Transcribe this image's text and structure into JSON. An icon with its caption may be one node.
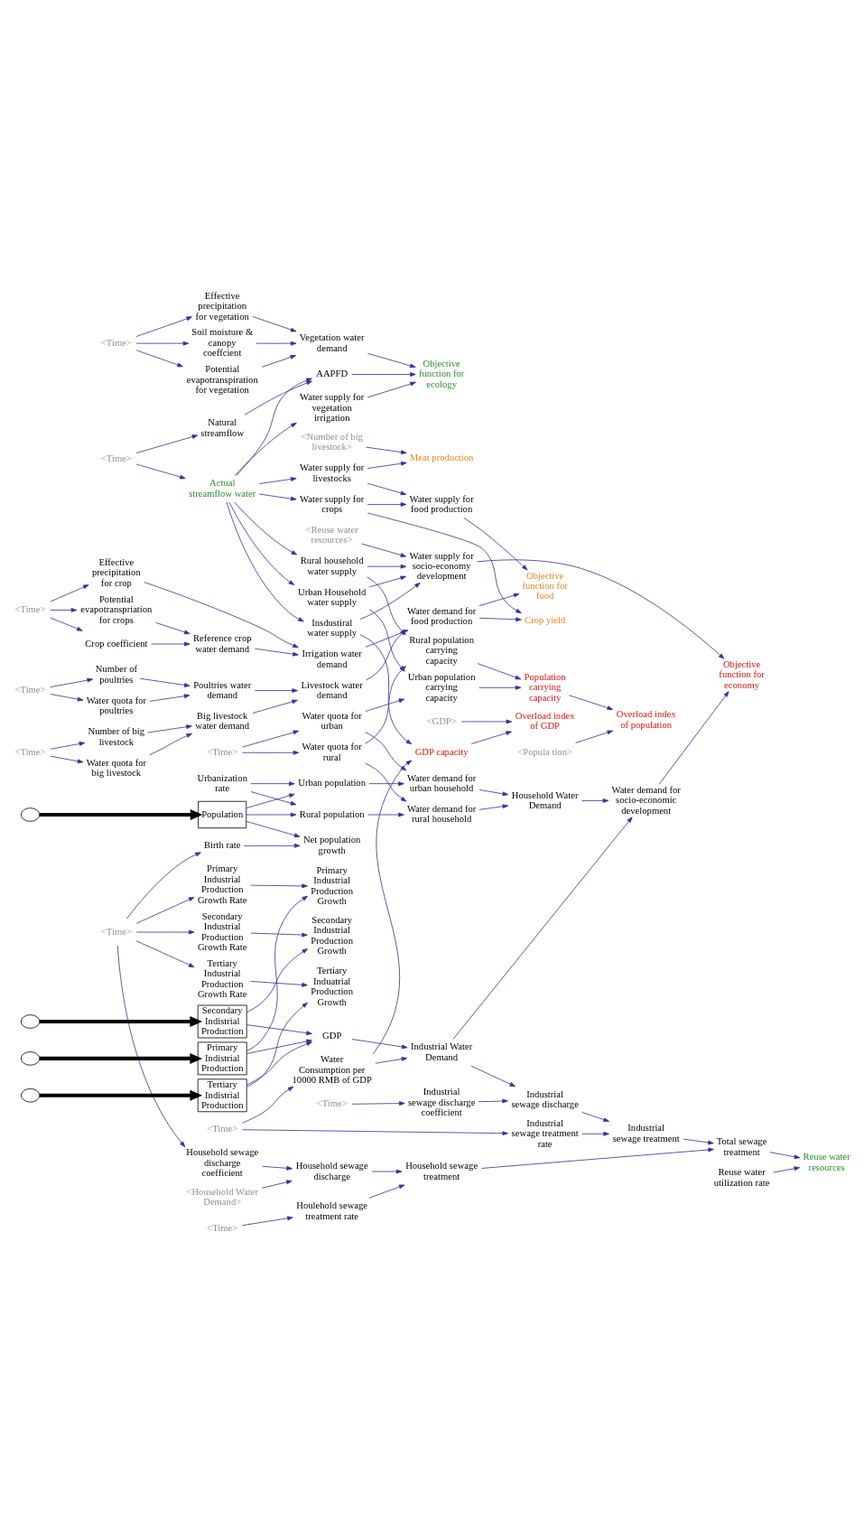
{
  "diagram": {
    "nodes": [
      {
        "text": [
          "Objective function for ecology"
        ]
      },
      {
        "text": [
          "Vegetation water demand"
        ]
      },
      {
        "text": [
          "Effective precipitation for vegetation"
        ]
      },
      {
        "text": [
          "Soil moisture & canopy coeffcient"
        ]
      },
      {
        "text": [
          "<Time>"
        ]
      },
      {
        "text": [
          "Potential evapotranspiration for vegetation"
        ]
      },
      {
        "text": [
          "AAPFD"
        ]
      },
      {
        "text": [
          "Natural streamflow"
        ]
      },
      {
        "text": [
          "<Time>"
        ]
      },
      {
        "text": [
          "Water supply for vegetation irrigation"
        ]
      },
      {
        "text": [
          "Actual streamflow water"
        ]
      },
      {
        "text": [
          "Potential evapotranspriation for crops"
        ]
      },
      {
        "text": [
          "<Time>"
        ]
      },
      {
        "text": [
          "Crop coefficient"
        ]
      },
      {
        "text": [
          "Effective precipitation for crop"
        ]
      },
      {
        "text": [
          "Reference crop water demand"
        ]
      },
      {
        "text": [
          "Irrigation water demand"
        ]
      },
      {
        "text": [
          "<Reuse water resources>"
        ]
      },
      {
        "text": [
          "Water supply for livestocks"
        ]
      },
      {
        "text": [
          "Water supply for crops"
        ]
      },
      {
        "text": [
          "<Number of big livestock>"
        ]
      },
      {
        "text": [
          "Meat production"
        ]
      },
      {
        "text": [
          "Water supply for food production"
        ]
      },
      {
        "text": [
          "Crop yield"
        ]
      },
      {
        "text": [
          "Objective function for food"
        ]
      },
      {
        "text": [
          "Water demand for food production"
        ]
      },
      {
        "text": [
          "<Time>"
        ]
      },
      {
        "text": [
          "Number of big livestock"
        ]
      },
      {
        "text": [
          "Water quota for big livestock"
        ]
      },
      {
        "text": [
          "<Time>"
        ]
      },
      {
        "text": [
          "Number of poultries"
        ]
      },
      {
        "text": [
          "Water quota for poultries"
        ]
      },
      {
        "text": [
          "Big livestock water demand"
        ]
      },
      {
        "text": [
          "Poultries water demand"
        ]
      },
      {
        "text": [
          "Livestock water demand"
        ]
      },
      {
        "text": [
          "Urban Household water supply"
        ]
      },
      {
        "text": [
          "Overload index of population"
        ]
      },
      {
        "text": [
          "<Popula tion>"
        ]
      },
      {
        "text": [
          "Population carrying capacity"
        ]
      },
      {
        "text": [
          "Rural household water supply"
        ]
      },
      {
        "text": [
          "Water supply for socio-economy development"
        ]
      },
      {
        "text": [
          "Insdustiral water supply"
        ]
      },
      {
        "text": [
          "Overload index of GDP"
        ]
      },
      {
        "text": [
          "<GDP>"
        ]
      },
      {
        "text": [
          "GDP capacity"
        ]
      },
      {
        "text": [
          "Urban population carrying capacity"
        ]
      },
      {
        "text": [
          "Rural population carrying capacity"
        ]
      },
      {
        "text": [
          "Objective function for economy"
        ]
      },
      {
        "text": [
          "Water Consumption per 10000 RMB of GDP"
        ]
      },
      {
        "text": [
          "<Time>"
        ]
      },
      {
        "text": [
          "Industrial sewage treatment rate"
        ]
      },
      {
        "text": [
          "Water quota for urban"
        ]
      },
      {
        "text": [
          "<Time>"
        ]
      },
      {
        "text": [
          "Water quota for rural"
        ]
      },
      {
        "text": [
          "Industrial Water Demand"
        ]
      },
      {
        "text": [
          "Industrial sewage discharge"
        ]
      },
      {
        "text": [
          "Industrial sewage treatment"
        ]
      },
      {
        "text": [
          "Reuse water utilization rate"
        ]
      },
      {
        "text": [
          "Reuse water resources"
        ]
      },
      {
        "text": [
          "Water demand for urban household"
        ]
      },
      {
        "text": [
          "Household Water Demand"
        ]
      },
      {
        "text": [
          "Water demand for rural household"
        ]
      },
      {
        "text": [
          "Water demand for socio-economic development"
        ]
      },
      {
        "text": [
          "GDP"
        ]
      },
      {
        "text": [
          "<Time>"
        ]
      },
      {
        "text": [
          "Industrial sewage discharge coefficient"
        ]
      },
      {
        "text": [
          "Household sewage treatment"
        ]
      },
      {
        "text": [
          "Total sewage treatment"
        ]
      },
      {
        "text": [
          "Urban population"
        ]
      },
      {
        "text": [
          "Urbanization rate"
        ]
      },
      {
        "text": [
          "Rural population"
        ]
      },
      {
        "text": [
          "Population"
        ]
      },
      {
        "text": [
          "Primary Indistrial Production"
        ]
      },
      {
        "text": [
          "Secondary Indistrial Production"
        ]
      },
      {
        "text": [
          "Tertiary Indistrial Production"
        ]
      },
      {
        "text": [
          "Household sewage discharge"
        ]
      },
      {
        "text": [
          "Houlehold sewage treatment rate"
        ]
      },
      {
        "text": [
          "<Household Water Demand>"
        ]
      },
      {
        "text": [
          "<Time>"
        ]
      },
      {
        "text": [
          "Net population growth"
        ]
      },
      {
        "text": [
          "Primary Industrial Production Growth"
        ]
      },
      {
        "text": [
          "Secondary Industrial Production Growth"
        ]
      },
      {
        "text": [
          "Tertiary Induatrial Production Growth"
        ]
      },
      {
        "text": [
          "Birth rate"
        ]
      },
      {
        "text": [
          "Primary Industrial Production Growth Rate"
        ]
      },
      {
        "text": [
          "Secondary Industrial Production Growth Rate"
        ]
      },
      {
        "text": [
          "Tertiary Industrial Production Growth Rate"
        ]
      },
      {
        "text": [
          "Household sewage discharge coefficient"
        ]
      },
      {
        "text": [
          "<Time>"
        ]
      },
      {
        "text": [],
        "shape": "cloud"
      },
      {
        "text": [],
        "shape": "cloud"
      },
      {
        "text": [],
        "shape": "cloud"
      },
      {
        "text": [],
        "shape": "cloud"
      }
    ],
    "edges": [
      {
        "from": 1,
        "to": 0,
        "arrow": "to"
      },
      {
        "from": 6,
        "to": 0,
        "arrow": "to"
      },
      {
        "from": 9,
        "to": 0,
        "arrow": "to"
      },
      {
        "from": 2,
        "to": 1,
        "arrow": "to"
      },
      {
        "from": 3,
        "to": 1,
        "arrow": "to"
      },
      {
        "from": 5,
        "to": 1,
        "arrow": "to"
      },
      {
        "from": 4,
        "to": 2,
        "arrow": "to"
      },
      {
        "from": 4,
        "to": 3,
        "arrow": "to"
      },
      {
        "from": 4,
        "to": 5,
        "arrow": "to"
      },
      {
        "from": 7,
        "to": 6,
        "arrow": "to"
      },
      {
        "from": 10,
        "to": 6,
        "arrow": "to"
      },
      {
        "from": 8,
        "to": 7,
        "arrow": "to"
      },
      {
        "from": 8,
        "to": 10,
        "arrow": "to"
      },
      {
        "from": 10,
        "to": 9,
        "arrow": "to"
      },
      {
        "from": 10,
        "to": 18,
        "arrow": "to"
      },
      {
        "from": 10,
        "to": 19,
        "arrow": "to"
      },
      {
        "from": 10,
        "to": 35,
        "arrow": "to"
      },
      {
        "from": 10,
        "to": 39,
        "arrow": "to"
      },
      {
        "from": 10,
        "to": 41,
        "arrow": "to"
      },
      {
        "from": 20,
        "to": 21,
        "arrow": "to"
      },
      {
        "from": 18,
        "to": 21,
        "arrow": "to"
      },
      {
        "from": 18,
        "to": 22,
        "arrow": "to"
      },
      {
        "from": 19,
        "to": 22,
        "arrow": "to"
      },
      {
        "from": 19,
        "to": 23,
        "arrow": "to"
      },
      {
        "from": 22,
        "to": 24,
        "arrow": "to"
      },
      {
        "from": 25,
        "to": 24,
        "arrow": "to"
      },
      {
        "from": 25,
        "to": 23,
        "arrow": "to"
      },
      {
        "from": 16,
        "to": 25,
        "arrow": "to"
      },
      {
        "from": 34,
        "to": 25,
        "arrow": "to"
      },
      {
        "from": 11,
        "to": 15,
        "arrow": "to"
      },
      {
        "from": 13,
        "to": 15,
        "arrow": "to"
      },
      {
        "from": 12,
        "to": 11,
        "arrow": "to"
      },
      {
        "from": 12,
        "to": 13,
        "arrow": "to"
      },
      {
        "from": 12,
        "to": 14,
        "arrow": "to"
      },
      {
        "from": 15,
        "to": 16,
        "arrow": "to"
      },
      {
        "from": 14,
        "to": 16,
        "arrow": "to"
      },
      {
        "from": 17,
        "to": 40,
        "arrow": "to"
      },
      {
        "from": 26,
        "to": 27,
        "arrow": "to"
      },
      {
        "from": 26,
        "to": 28,
        "arrow": "to"
      },
      {
        "from": 29,
        "to": 30,
        "arrow": "to"
      },
      {
        "from": 29,
        "to": 31,
        "arrow": "to"
      },
      {
        "from": 27,
        "to": 32,
        "arrow": "to"
      },
      {
        "from": 28,
        "to": 32,
        "arrow": "to"
      },
      {
        "from": 30,
        "to": 33,
        "arrow": "to"
      },
      {
        "from": 31,
        "to": 33,
        "arrow": "to"
      },
      {
        "from": 32,
        "to": 34,
        "arrow": "to"
      },
      {
        "from": 33,
        "to": 34,
        "arrow": "to"
      },
      {
        "from": 35,
        "to": 40,
        "arrow": "to"
      },
      {
        "from": 35,
        "to": 45,
        "arrow": "to"
      },
      {
        "from": 37,
        "to": 36,
        "arrow": "to"
      },
      {
        "from": 38,
        "to": 36,
        "arrow": "to"
      },
      {
        "from": 45,
        "to": 38,
        "arrow": "to"
      },
      {
        "from": 46,
        "to": 38,
        "arrow": "to"
      },
      {
        "from": 39,
        "to": 40,
        "arrow": "to"
      },
      {
        "from": 39,
        "to": 46,
        "arrow": "to"
      },
      {
        "from": 41,
        "to": 40,
        "arrow": "to"
      },
      {
        "from": 41,
        "to": 44,
        "arrow": "to"
      },
      {
        "from": 40,
        "to": 47,
        "arrow": "to"
      },
      {
        "from": 44,
        "to": 42,
        "arrow": "to"
      },
      {
        "from": 43,
        "to": 42,
        "arrow": "to"
      },
      {
        "from": 48,
        "to": 44,
        "arrow": "to"
      },
      {
        "from": 48,
        "to": 54,
        "arrow": "to"
      },
      {
        "from": 49,
        "to": 48,
        "arrow": "to"
      },
      {
        "from": 49,
        "to": 50,
        "arrow": "to"
      },
      {
        "from": 50,
        "to": 56,
        "arrow": "to"
      },
      {
        "from": 52,
        "to": 51,
        "arrow": "to"
      },
      {
        "from": 52,
        "to": 53,
        "arrow": "to"
      },
      {
        "from": 51,
        "to": 45,
        "arrow": "to"
      },
      {
        "from": 53,
        "to": 46,
        "arrow": "to"
      },
      {
        "from": 51,
        "to": 59,
        "arrow": "to"
      },
      {
        "from": 53,
        "to": 61,
        "arrow": "to"
      },
      {
        "from": 54,
        "to": 62,
        "arrow": "to"
      },
      {
        "from": 54,
        "to": 55,
        "arrow": "to"
      },
      {
        "from": 55,
        "to": 56,
        "arrow": "to"
      },
      {
        "from": 62,
        "to": 47,
        "arrow": "to"
      },
      {
        "from": 57,
        "to": 58,
        "arrow": "to"
      },
      {
        "from": 67,
        "to": 58,
        "arrow": "to"
      },
      {
        "from": 56,
        "to": 67,
        "arrow": "to"
      },
      {
        "from": 66,
        "to": 67,
        "arrow": "to"
      },
      {
        "from": 59,
        "to": 60,
        "arrow": "to"
      },
      {
        "from": 61,
        "to": 60,
        "arrow": "to"
      },
      {
        "from": 60,
        "to": 62,
        "arrow": "to"
      },
      {
        "from": 63,
        "to": 54,
        "arrow": "to"
      },
      {
        "from": 72,
        "to": 63,
        "arrow": "to"
      },
      {
        "from": 73,
        "to": 63,
        "arrow": "to"
      },
      {
        "from": 74,
        "to": 63,
        "arrow": "to"
      },
      {
        "from": 64,
        "to": 65,
        "arrow": "to"
      },
      {
        "from": 65,
        "to": 55,
        "arrow": "to"
      },
      {
        "from": 68,
        "to": 59,
        "arrow": "to"
      },
      {
        "from": 70,
        "to": 61,
        "arrow": "to"
      },
      {
        "from": 69,
        "to": 68,
        "arrow": "to"
      },
      {
        "from": 69,
        "to": 70,
        "arrow": "to"
      },
      {
        "from": 71,
        "to": 68,
        "arrow": "to"
      },
      {
        "from": 71,
        "to": 70,
        "arrow": "to"
      },
      {
        "from": 71,
        "to": 79,
        "arrow": "to"
      },
      {
        "from": 72,
        "to": 80,
        "arrow": "to"
      },
      {
        "from": 73,
        "to": 81,
        "arrow": "to"
      },
      {
        "from": 74,
        "to": 82,
        "arrow": "to"
      },
      {
        "from": 75,
        "to": 66,
        "arrow": "to"
      },
      {
        "from": 76,
        "to": 66,
        "arrow": "to"
      },
      {
        "from": 78,
        "to": 76,
        "arrow": "to"
      },
      {
        "from": 77,
        "to": 75,
        "arrow": "to"
      },
      {
        "from": 87,
        "to": 75,
        "arrow": "to"
      },
      {
        "from": 83,
        "to": 79,
        "arrow": "to"
      },
      {
        "from": 84,
        "to": 80,
        "arrow": "to"
      },
      {
        "from": 85,
        "to": 81,
        "arrow": "to"
      },
      {
        "from": 86,
        "to": 82,
        "arrow": "to"
      },
      {
        "from": 88,
        "to": 83,
        "arrow": "to"
      },
      {
        "from": 88,
        "to": 84,
        "arrow": "to"
      },
      {
        "from": 88,
        "to": 85,
        "arrow": "to"
      },
      {
        "from": 88,
        "to": 86,
        "arrow": "to"
      },
      {
        "from": 88,
        "to": 87,
        "arrow": "to"
      },
      {
        "from": 89,
        "to": 71,
        "arrow": "to",
        "style": "thick",
        "color": "#000000"
      },
      {
        "from": 91,
        "to": 72,
        "arrow": "to",
        "style": "thick",
        "color": "#000000"
      },
      {
        "from": 90,
        "to": 73,
        "arrow": "to",
        "style": "thick",
        "color": "#000000"
      },
      {
        "from": 92,
        "to": 74,
        "arrow": "to",
        "style": "thick",
        "color": "#000000"
      }
    ]
  }
}
